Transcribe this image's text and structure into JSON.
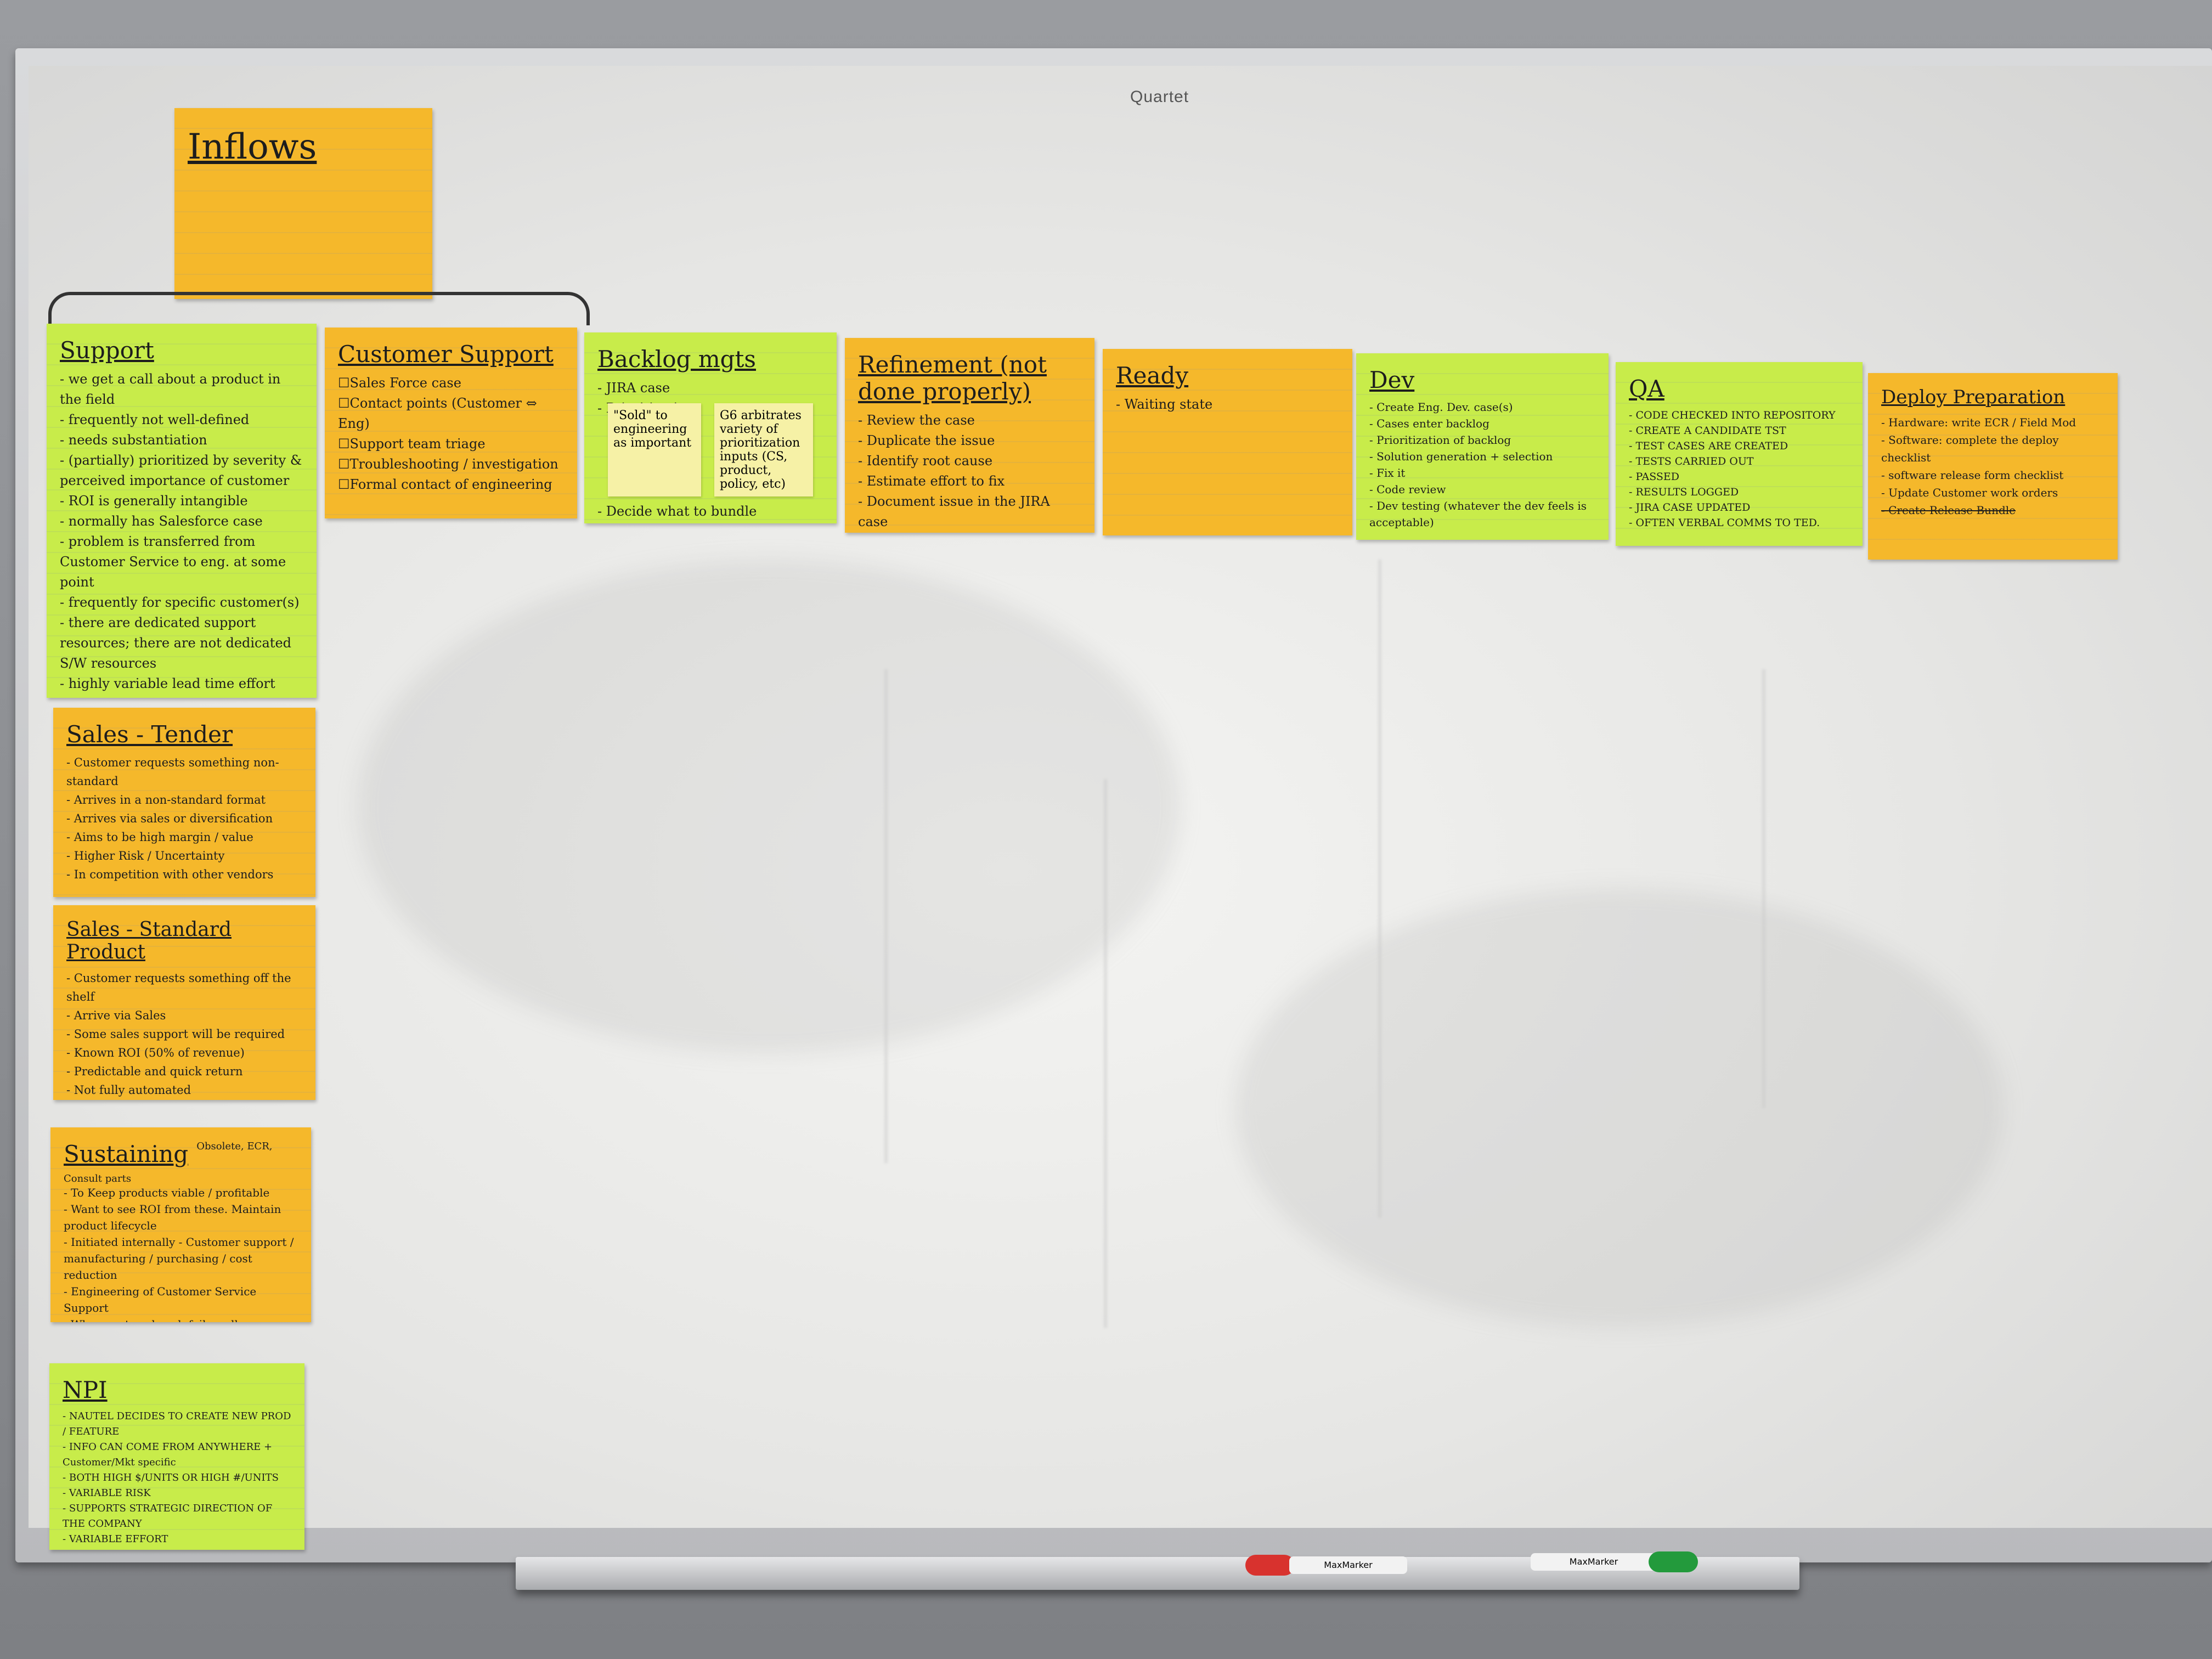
{
  "board": {
    "brand": "Quartet"
  },
  "inflows": {
    "title": "Inflows"
  },
  "notes": {
    "support": {
      "title": "Support",
      "items": [
        "we get a call about a product in the field",
        "frequently not well-defined",
        "needs substantiation",
        "(partially) prioritized by severity & perceived importance of customer",
        "ROI is generally intangible",
        "normally has Salesforce case",
        "problem is transferred from Customer Service to eng. at some point",
        "frequently for specific customer(s)",
        "there are dedicated support resources; there are not dedicated S/W resources",
        "highly variable lead time effort"
      ]
    },
    "customer_support": {
      "title": "Customer Support",
      "items": [
        "Sales Force case",
        "Contact points (Customer ⇔ Eng)",
        "Support team triage",
        "Troubleshooting / investigation",
        "Formal contact of engineering"
      ]
    },
    "backlog": {
      "title": "Backlog mgts",
      "items": [
        "JIRA case",
        "Prioritization"
      ],
      "mini1": "\"Sold\" to engineering as important",
      "mini2": "G6 arbitrates variety of prioritization inputs (CS, product, policy, etc)",
      "footer": "Decide what to bundle"
    },
    "refinement": {
      "title": "Refinement (not done properly)",
      "items": [
        "Review the case",
        "Duplicate the issue",
        "Identify root cause",
        "Estimate effort to fix",
        "Document issue in the JIRA case"
      ]
    },
    "ready": {
      "title": "Ready",
      "items": [
        "Waiting state"
      ]
    },
    "dev": {
      "title": "Dev",
      "items": [
        "Create Eng. Dev. case(s)",
        "Cases enter backlog",
        "Prioritization of backlog",
        "Solution generation + selection",
        "Fix it",
        "Code review",
        "Dev testing (whatever the dev feels is acceptable)"
      ]
    },
    "qa": {
      "title": "QA",
      "items": [
        "CODE CHECKED INTO REPOSITORY",
        "CREATE A CANDIDATE TST",
        "TEST CASES ARE CREATED",
        "TESTS CARRIED OUT",
        "PASSED",
        "RESULTS LOGGED",
        "JIRA CASE UPDATED",
        "OFTEN VERBAL COMMS TO TED."
      ]
    },
    "deploy": {
      "title": "Deploy Preparation",
      "items": [
        "Hardware: write ECR / Field Mod",
        "Software: complete the deploy checklist",
        "software release form checklist",
        "Update Customer work orders",
        "Create Release Bundle"
      ]
    },
    "sales_tender": {
      "title": "Sales - Tender",
      "items": [
        "Customer requests something non-standard",
        "Arrives in a non-standard format",
        "Arrives via sales or diversification",
        "Aims to be high margin / value",
        "Higher Risk / Uncertainty",
        "In competition with other vendors"
      ]
    },
    "sales_standard": {
      "title": "Sales - Standard Product",
      "items": [
        "Customer requests something off the shelf",
        "Arrive via Sales",
        "Some sales support will be required",
        "Known ROI (50% of revenue)",
        "Predictable and quick return",
        "Not fully automated"
      ]
    },
    "sustaining": {
      "title": "Sustaining",
      "subtitle": "Obsolete, ECR, Consult parts",
      "items": [
        "To Keep products viable / profitable",
        "Want to see ROI from these. Maintain product lifecycle",
        "Initiated internally - Customer support / manufacturing / purchasing / cost reduction",
        "Engineering of Customer Service Support",
        "When part replaced, fails well understood"
      ]
    },
    "npi": {
      "title": "NPI",
      "items": [
        "NAUTEL DECIDES TO CREATE NEW PROD / FEATURE",
        "INFO CAN COME FROM ANYWHERE + Customer/Mkt specific",
        "BOTH HIGH $/UNITS OR HIGH #/UNITS",
        "VARIABLE RISK",
        "SUPPORTS STRATEGIC DIRECTION OF THE COMPANY",
        "VARIABLE EFFORT"
      ]
    }
  },
  "markers": {
    "red_label": "MaxMarker",
    "green_label": "MaxMarker"
  },
  "colors": {
    "orange": "#f5b82b",
    "yellow": "#f7d84a",
    "green": "#c8ec4a",
    "board": "#ececea"
  }
}
